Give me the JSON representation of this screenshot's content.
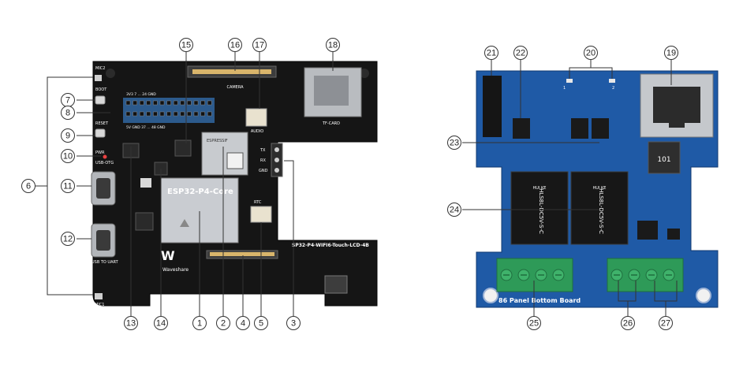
{
  "left_board": {
    "silkscreen": {
      "mic2": "MIC2",
      "boot": "BOOT",
      "reset": "RESET",
      "pwr": "PWR",
      "usb_otg": "USB-OTG",
      "camera": "CAMERA",
      "audio": "AUDIO",
      "tf_card": "TF-CARD",
      "tx": "TX",
      "rx": "RX",
      "gnd": "GND",
      "rtc": "RTC",
      "usb_to_uart": "USB TO UART",
      "mic1": "MIC1",
      "waveshare": "Waveshare",
      "board_name": "SP32-P4-WIFI6-Touch-LCD-4B",
      "chip_title": "ESP32-P4-Core",
      "espressif": "ESPRESSIF",
      "header_top": "3V3  7  ...  24 GND",
      "header_bot": "5V GND 37  ...  48 GND"
    }
  },
  "right_board": {
    "silkscreen": {
      "label": "86 Panel Bottom Board",
      "relay_text": "HLS8L-DC5V-S-C",
      "relay_brand": "HUI KE",
      "pin1": "1",
      "pin2": "2",
      "inductor": "101"
    }
  },
  "callouts": [
    "1",
    "2",
    "3",
    "4",
    "5",
    "6",
    "7",
    "8",
    "9",
    "10",
    "11",
    "12",
    "13",
    "14",
    "15",
    "16",
    "17",
    "18",
    "19",
    "20",
    "21",
    "22",
    "23",
    "24",
    "25",
    "26",
    "27"
  ],
  "callout_glyphs": [
    "①",
    "②",
    "③",
    "④",
    "⑤",
    "⑥",
    "⑦",
    "⑧",
    "⑨",
    "⑩",
    "⑪",
    "⑫",
    "⑬",
    "⑭",
    "⑮",
    "⑯",
    "⑰",
    "⑱",
    "⑲",
    "⑳",
    "㉑",
    "㉒",
    "㉓",
    "㉔",
    "㉕",
    "㉖",
    "㉗"
  ],
  "colors": {
    "left_pcb": "#151515",
    "right_pcb": "#1f5aa6",
    "terminal_green": "#2e9a58",
    "header_blue": "#2c5a8c"
  }
}
